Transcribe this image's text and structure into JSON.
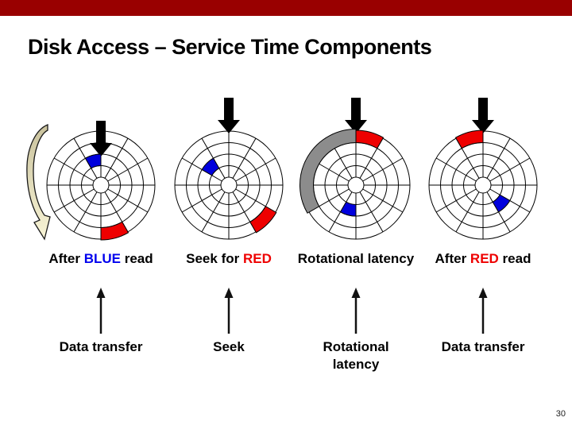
{
  "slide": {
    "title": "Disk Access – Service Time Components",
    "page_number": "30",
    "accent_color": "#990000"
  },
  "rotation_arrow": {
    "meaning": "disk rotation direction (counter-clockwise)",
    "fill_top": "#c9c29d",
    "fill_bottom": "#f8f4d6"
  },
  "disk_style": {
    "grid_color": "#000000",
    "blue": "#0000dd",
    "red": "#ee0000",
    "gray": "#8c8c8c"
  },
  "stages": [
    {
      "caption": [
        {
          "text": "After ",
          "color": "#000000"
        },
        {
          "text": "BLUE",
          "color": "#0000ee"
        },
        {
          "text": " read",
          "color": "#000000"
        }
      ],
      "phase_lines": [
        "Data transfer"
      ],
      "disk": {
        "patches": [
          {
            "name": "blue-sector",
            "band": "middle",
            "color": "#0000dd",
            "start_deg": 330,
            "end_deg": 360
          },
          {
            "name": "red-sector",
            "band": "outer",
            "color": "#ee0000",
            "start_deg": 150,
            "end_deg": 180
          }
        ]
      }
    },
    {
      "caption": [
        {
          "text": "Seek for ",
          "color": "#000000"
        },
        {
          "text": "RED",
          "color": "#ee0000"
        }
      ],
      "phase_lines": [
        "Seek"
      ],
      "disk": {
        "patches": [
          {
            "name": "blue-sector",
            "band": "middle",
            "color": "#0000dd",
            "start_deg": 300,
            "end_deg": 330
          },
          {
            "name": "red-sector",
            "band": "outer",
            "color": "#ee0000",
            "start_deg": 120,
            "end_deg": 150
          }
        ]
      }
    },
    {
      "caption": [
        {
          "text": "Rotational latency",
          "color": "#000000"
        }
      ],
      "phase_lines": [
        "Rotational",
        "latency"
      ],
      "disk": {
        "patches": [
          {
            "name": "latency-arc",
            "band": "outer-wide",
            "color": "#8c8c8c",
            "start_deg": 240,
            "end_deg": 360
          },
          {
            "name": "red-sector",
            "band": "outer",
            "color": "#ee0000",
            "start_deg": 0,
            "end_deg": 30
          },
          {
            "name": "blue-sector",
            "band": "middle",
            "color": "#0000dd",
            "start_deg": 180,
            "end_deg": 210
          }
        ]
      }
    },
    {
      "caption": [
        {
          "text": "After ",
          "color": "#000000"
        },
        {
          "text": "RED",
          "color": "#ee0000"
        },
        {
          "text": " read",
          "color": "#000000"
        }
      ],
      "phase_lines": [
        "Data transfer"
      ],
      "disk": {
        "patches": [
          {
            "name": "red-sector",
            "band": "outer",
            "color": "#ee0000",
            "start_deg": 330,
            "end_deg": 360
          },
          {
            "name": "blue-sector",
            "band": "middle",
            "color": "#0000dd",
            "start_deg": 120,
            "end_deg": 150
          }
        ]
      }
    }
  ]
}
